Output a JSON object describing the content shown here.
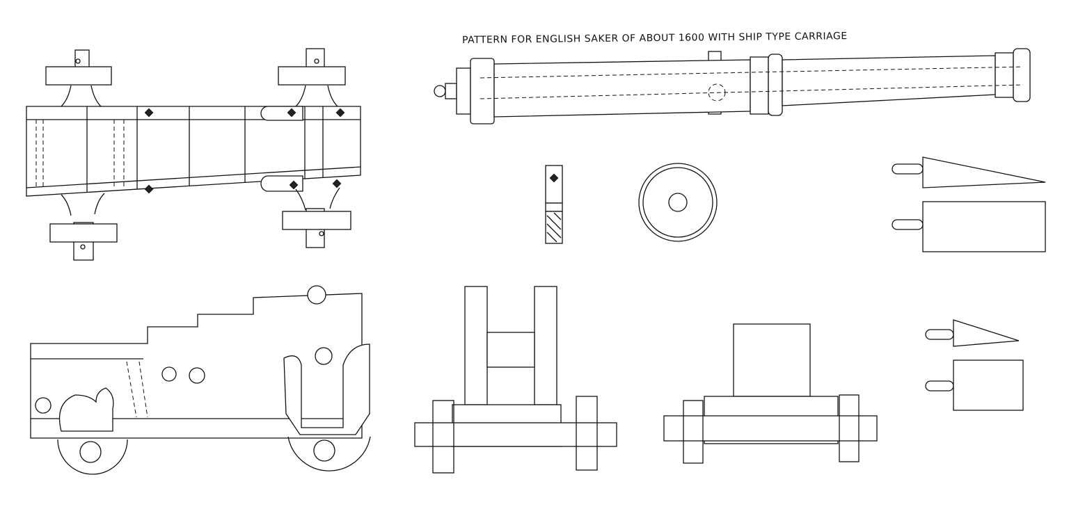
{
  "drawing": {
    "title": "PATTERN FOR ENGLISH SAKER OF ABOUT 1600 WITH SHIP TYPE CARRIAGE",
    "views": [
      "carriage-plan-view",
      "barrel-view",
      "axle-section",
      "wheel-view",
      "loading-tools",
      "carriage-side-view",
      "carriage-rear-view",
      "carriage-front-view",
      "small-tools"
    ]
  }
}
